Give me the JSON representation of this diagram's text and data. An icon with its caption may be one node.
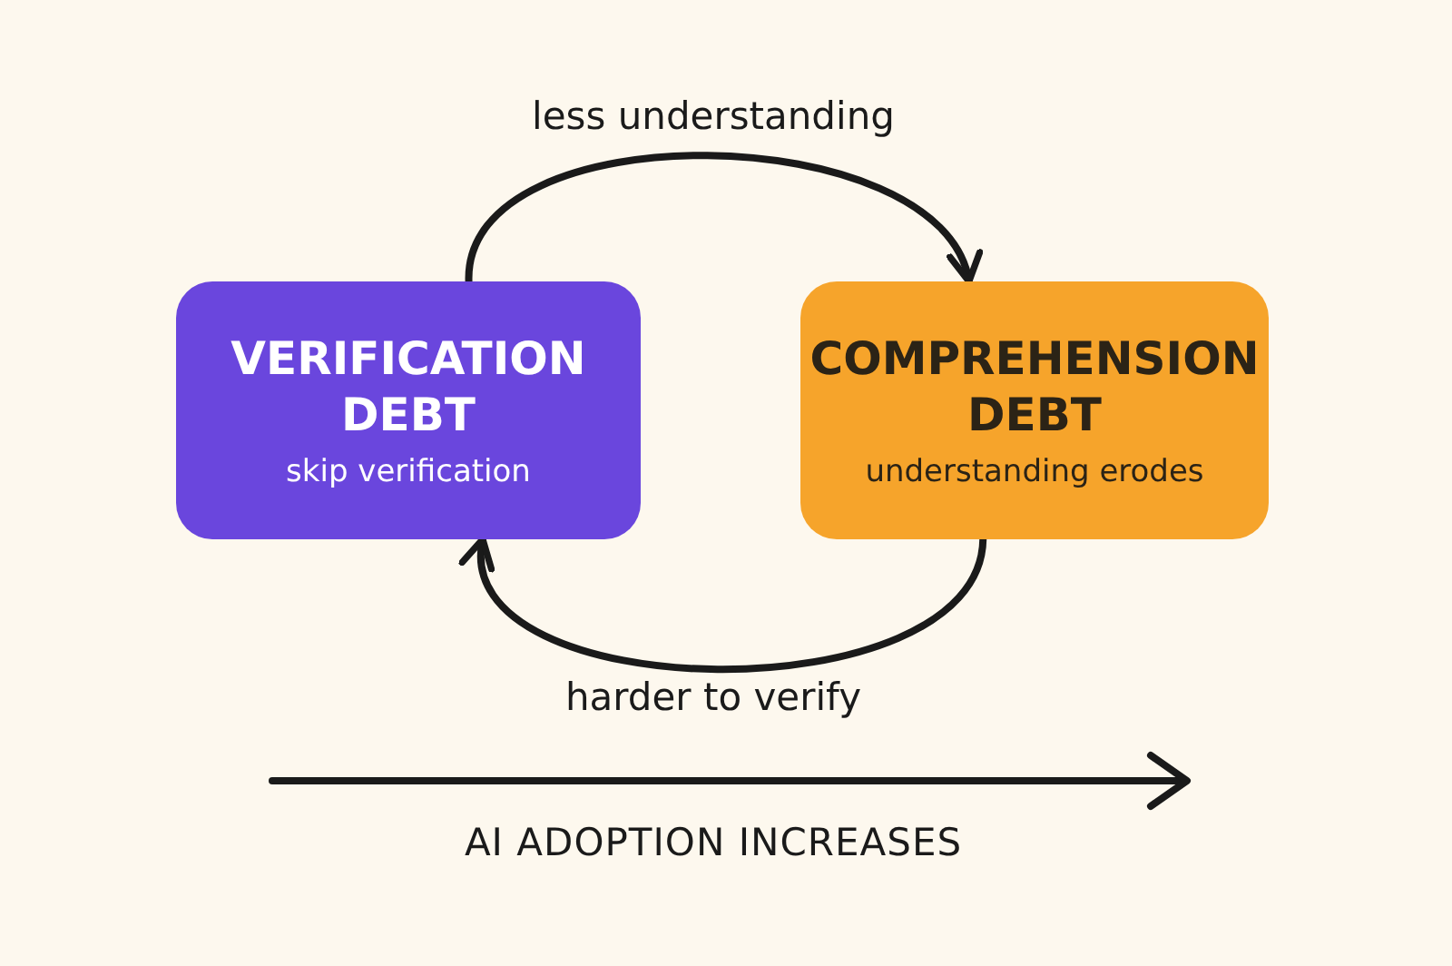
{
  "diagram": {
    "nodes": [
      {
        "text": [
          "VERIFICATION DEBT",
          "skip verification"
        ]
      },
      {
        "text": [
          "COMPREHENSION DEBT",
          "understanding erodes"
        ]
      }
    ],
    "edges": [
      {
        "from": 0,
        "to": 1,
        "arrow": "to",
        "label": "less understanding"
      },
      {
        "from": 1,
        "to": 0,
        "arrow": "to",
        "label": "harder to verify"
      }
    ],
    "labels": [
      "AI ADOPTION INCREASES"
    ]
  }
}
